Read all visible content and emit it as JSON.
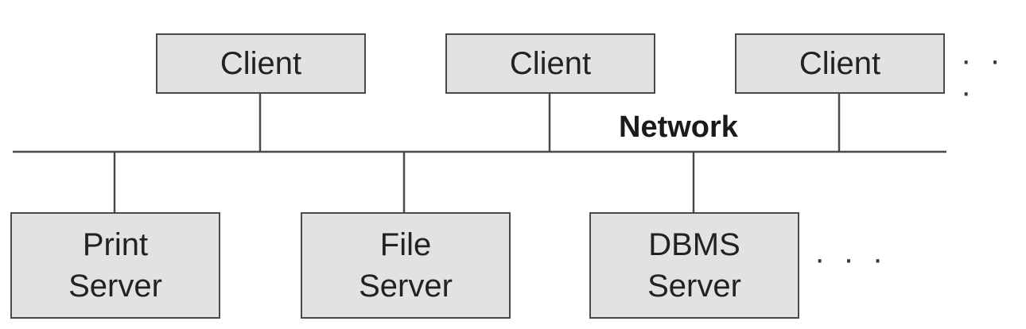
{
  "network": {
    "label": "Network"
  },
  "clients": [
    {
      "label": "Client"
    },
    {
      "label": "Client"
    },
    {
      "label": "Client"
    }
  ],
  "servers": [
    {
      "label": "Print\nServer"
    },
    {
      "label": "File\nServer"
    },
    {
      "label": "DBMS\nServer"
    }
  ],
  "client_ellipsis": "· · ·",
  "server_ellipsis": "· · ·",
  "colors": {
    "box_fill": "#e2e2e2",
    "box_border": "#4a4a4a",
    "line": "#4a4a4a"
  }
}
